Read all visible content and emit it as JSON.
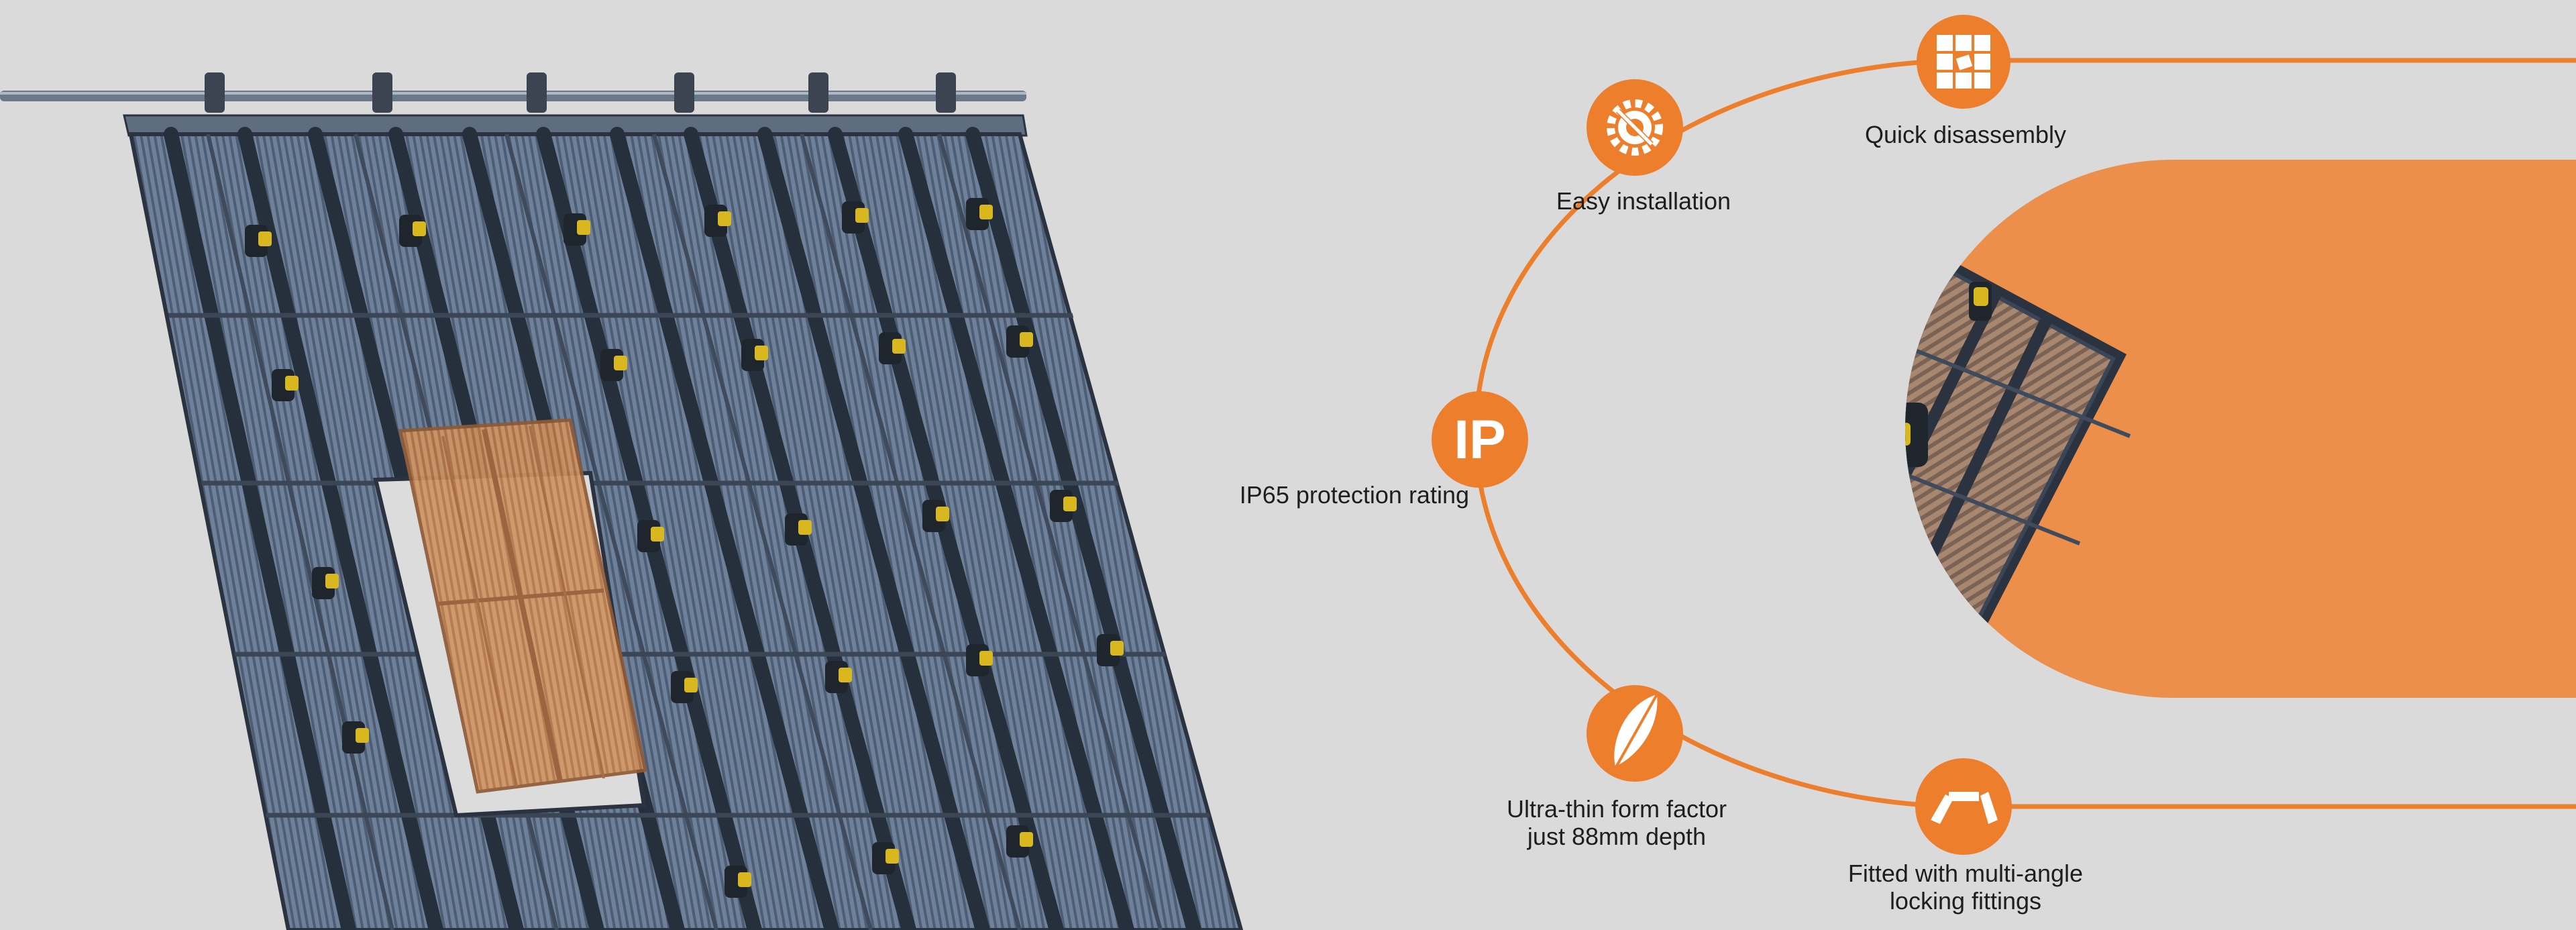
{
  "colors": {
    "background": "#dadada",
    "accent": "#ec7e2c",
    "panel_blue": "#6d7f97",
    "panel_dark": "#2b3340",
    "highlight_panel": "#c98a57",
    "icon_glyph": "#ffffff"
  },
  "features": {
    "quick_disassembly": {
      "label": "Quick disassembly",
      "icon": "tile-grid-icon"
    },
    "easy_installation": {
      "label": "Easy installation",
      "icon": "wrench-gear-icon"
    },
    "ip_rating": {
      "label": "IP65 protection rating",
      "badge": "IP",
      "icon": "ip-badge-icon"
    },
    "ultra_thin": {
      "label": "Ultra-thin form factor\njust 88mm depth",
      "icon": "feather-icon"
    },
    "locking_fittings": {
      "label": "Fitted with multi-angle\nlocking fittings",
      "icon": "angle-fitting-icon"
    }
  }
}
